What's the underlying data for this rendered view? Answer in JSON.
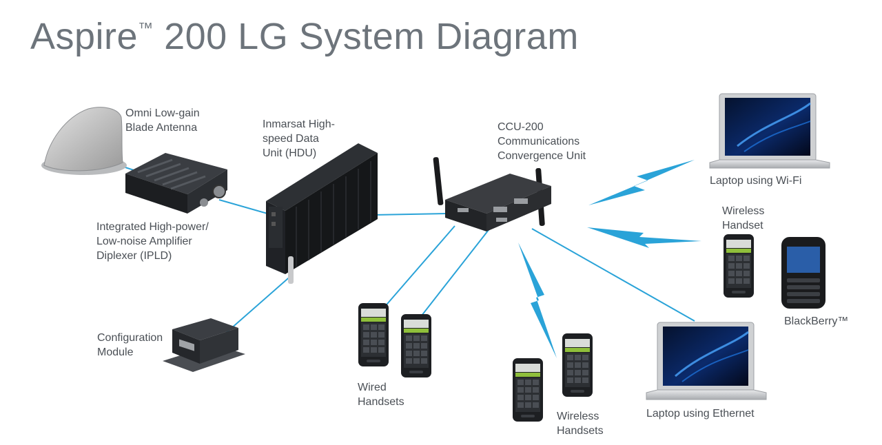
{
  "title": {
    "main": "Aspire",
    "trademark": "™",
    "rest": " 200 LG System Diagram"
  },
  "labels": {
    "antenna": "Omni Low-gain\nBlade Antenna",
    "hdu": "Inmarsat High-\nspeed Data\nUnit (HDU)",
    "ipld": "Integrated High-power/\nLow-noise Amplifier\nDiplexer (IPLD)",
    "config": "Configuration\nModule",
    "ccu": "CCU-200\nCommunications\nConvergence Unit",
    "laptop_wifi": "Laptop using Wi-Fi",
    "wireless_handset": "Wireless\nHandset",
    "blackberry": "BlackBerry™",
    "wired_handsets": "Wired\nHandsets",
    "wireless_handsets": "Wireless\nHandsets",
    "laptop_ethernet": "Laptop using Ethernet"
  },
  "colors": {
    "link": "#2aa3d8",
    "title": "#6d747b",
    "text": "#4a4f55"
  }
}
